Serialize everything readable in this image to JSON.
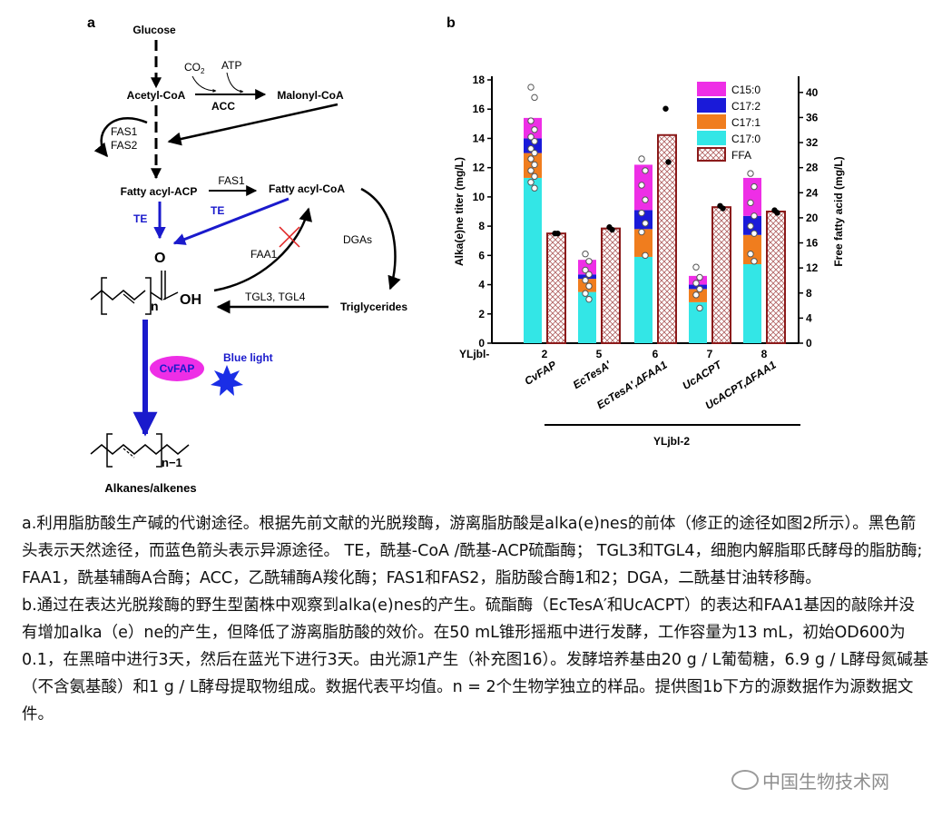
{
  "panel_a": {
    "label": "a",
    "nodes": {
      "glucose": "Glucose",
      "co2": "CO",
      "co2_sub": "2",
      "atp": "ATP",
      "acetyl_coa": "Acetyl-CoA",
      "acc": "ACC",
      "malonyl_coa": "Malonyl-CoA",
      "fas1_loop": "FAS1",
      "fas2_loop": "FAS2",
      "fatty_acyl_acp": "Fatty acyl-ACP",
      "fas1": "FAS1",
      "fatty_acyl_coa": "Fatty acyl-CoA",
      "te_left": "TE",
      "te_right": "TE",
      "o_top": "O",
      "faa1": "FAA1",
      "dgas": "DGAs",
      "n": "n",
      "oh": "OH",
      "tgl": "TGL3, TGL4",
      "triglycerides": "Triglycerides",
      "cvfap": "CvFAP",
      "blue_light": "Blue light",
      "n_minus_1": "n−1",
      "alkanes": "Alkanes/alkenes"
    }
  },
  "chart_data": {
    "type": "bar",
    "panel_label": "b",
    "categories": [
      "2",
      "5",
      "6",
      "7",
      "8"
    ],
    "category_prefix": "YLjbl-",
    "strain_labels": [
      "CvFAP",
      "EcTesA′",
      "EcTesA′,ΔFAA1",
      "UcACPT",
      "UcACPT,ΔFAA1"
    ],
    "group_label": "YLjbl-2",
    "ylabel": "Alka(e)ne titer (mg/L)",
    "ylabel_right": "Free fatty acid (mg/L)",
    "ylim": [
      0,
      18
    ],
    "ylim_right": [
      0,
      42
    ],
    "yticks": [
      "0",
      "2",
      "4",
      "6",
      "8",
      "10",
      "12",
      "14",
      "16",
      "18"
    ],
    "yticks_right": [
      "0",
      "4",
      "8",
      "12",
      "16",
      "20",
      "24",
      "28",
      "32",
      "36",
      "40"
    ],
    "series": [
      {
        "name": "C17:0",
        "color": "#33e6e6",
        "values": [
          11.3,
          3.5,
          5.9,
          2.8,
          5.4
        ]
      },
      {
        "name": "C17:1",
        "color": "#f07d1e",
        "values": [
          1.7,
          0.9,
          1.9,
          0.9,
          2.0
        ]
      },
      {
        "name": "C17:2",
        "color": "#1a1ad9",
        "values": [
          1.0,
          0.3,
          1.3,
          0.3,
          1.3
        ]
      },
      {
        "name": "C15:0",
        "color": "#ee2ee6",
        "values": [
          1.4,
          1.0,
          3.1,
          0.6,
          2.6
        ]
      }
    ],
    "ffa": {
      "name": "FFA",
      "values": [
        17.5,
        18.3,
        33.2,
        21.7,
        21.0
      ],
      "color": "#8b1a1a"
    },
    "legend_order": [
      "C15:0",
      "C17:2",
      "C17:1",
      "C17:0",
      "FFA"
    ],
    "alkane_points": [
      [
        17.5,
        16.8,
        15.2,
        14.6,
        14.1,
        13.8,
        13.3,
        13.0,
        12.6,
        12.2,
        11.8,
        11.4,
        11.0,
        10.6
      ],
      [
        6.1,
        5.6,
        5.0,
        4.7,
        4.3,
        3.9,
        3.4,
        3.0
      ],
      [
        12.6,
        11.8,
        10.8,
        9.8,
        8.9,
        8.2,
        7.6,
        6.0
      ],
      [
        5.2,
        4.5,
        4.1,
        3.7,
        3.3,
        2.4
      ],
      [
        11.6,
        10.7,
        9.6,
        8.7,
        8.0,
        7.5,
        6.1,
        5.6
      ]
    ],
    "ffa_points": [
      [
        17.5,
        17.5
      ],
      [
        18.5,
        18.1
      ],
      [
        37.4,
        28.9
      ],
      [
        21.9,
        21.5
      ],
      [
        21.2,
        20.8
      ]
    ]
  },
  "caption": {
    "a": "a.利用脂肪酸生产碱的代谢途径。根据先前文献的光脱羧酶，游离脂肪酸是alka(e)nes的前体（修正的途径如图2所示）。黑色箭头表示天然途径，而蓝色箭头表示异源途径。 TE，酰基-CoA /酰基-ACP硫酯酶； TGL3和TGL4，细胞内解脂耶氏酵母的脂肪酶; FAA1，酰基辅酶A合酶；ACC，乙酰辅酶A羧化酶；FAS1和FAS2，脂肪酸合酶1和2；DGA，二酰基甘油转移酶。",
    "b": "b.通过在表达光脱羧酶的野生型菌株中观察到alka(e)nes的产生。硫酯酶（EcTesA′和UcACPT）的表达和FAA1基因的敲除并没有增加alka（e）ne的产生，但降低了游离脂肪酸的效价。在50 mL锥形摇瓶中进行发酵，工作容量为13 mL，初始OD600为0.1，在黑暗中进行3天，然后在蓝光下进行3天。由光源1产生（补充图16）。发酵培养基由20 g / L葡萄糖，6.9 g / L酵母氮碱基（不含氨基酸）和1 g / L酵母提取物组成。数据代表平均值。n = 2个生物学独立的样品。提供图1b下方的源数据作为源数据文件。"
  },
  "watermark": "中国生物技术网"
}
